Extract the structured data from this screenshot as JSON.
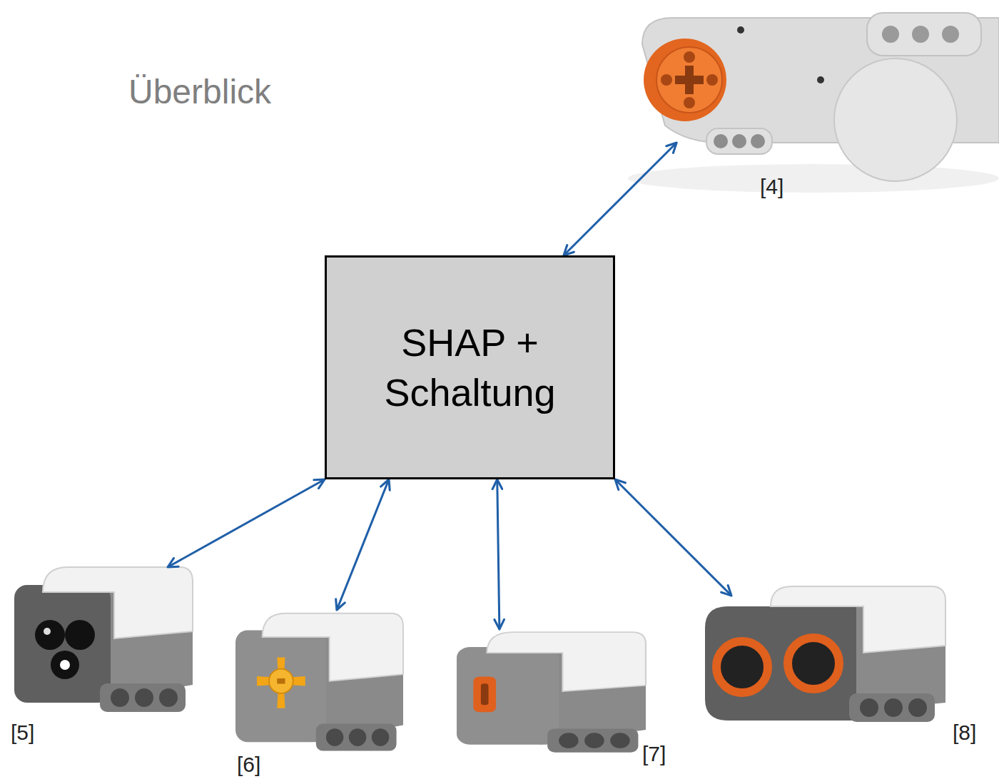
{
  "diagram": {
    "title": "Überblick",
    "nodes": [
      {
        "text": [
          "SHAP + Schaltung"
        ]
      },
      {
        "text": [
          "[4]"
        ]
      },
      {
        "text": [
          "[5]"
        ]
      },
      {
        "text": [
          "[6]"
        ]
      },
      {
        "text": [
          "[7]"
        ]
      },
      {
        "text": [
          "[8]"
        ]
      }
    ],
    "edges": [
      {
        "from": 0,
        "to": 1,
        "arrow": "both"
      },
      {
        "from": 0,
        "to": 2,
        "arrow": "both"
      },
      {
        "from": 0,
        "to": 3,
        "arrow": "both"
      },
      {
        "from": 0,
        "to": 4,
        "arrow": "both"
      },
      {
        "from": 0,
        "to": 5,
        "arrow": "both"
      }
    ]
  }
}
